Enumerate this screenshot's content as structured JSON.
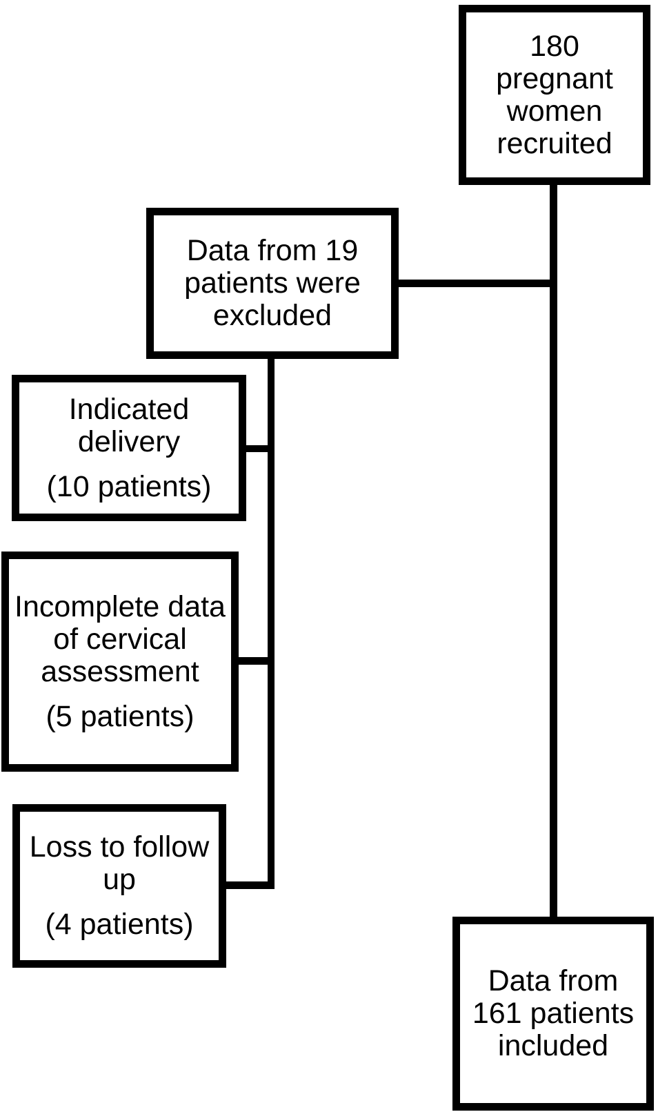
{
  "colors": {
    "line": "#000000",
    "background": "#ffffff",
    "text": "#000000"
  },
  "boxes": {
    "recruited": {
      "text": "180\npregnant\nwomen\nrecruited"
    },
    "excluded": {
      "text": "Data from 19\npatients were\nexcluded"
    },
    "indicated": {
      "text": "Indicated\ndelivery",
      "note": "(10 patients)"
    },
    "incomplete": {
      "text": "Incomplete data\nof cervical\nassessment",
      "note": "(5 patients)"
    },
    "loss": {
      "text": "Loss to follow\nup",
      "note": "(4 patients)"
    },
    "included": {
      "text": "Data from\n161 patients\nincluded"
    }
  }
}
